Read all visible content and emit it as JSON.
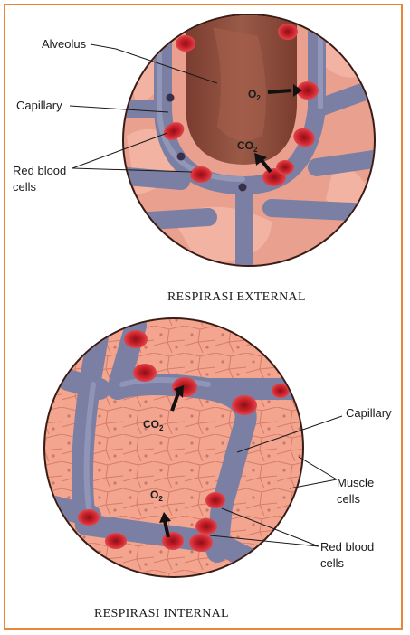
{
  "external": {
    "caption": "RESPIRASI EXTERNAL",
    "labels": {
      "alveolus": "Alveolus",
      "capillary": "Capillary",
      "rbc_line1": "Red blood",
      "rbc_line2": "cells"
    },
    "gas_o2": "O",
    "gas_co2": "CO",
    "subscript": "2"
  },
  "internal": {
    "caption": "RESPIRASI INTERNAL",
    "labels": {
      "capillary": "Capillary",
      "muscle_line1": "Muscle",
      "muscle_line2": "cells",
      "rbc_line1": "Red blood",
      "rbc_line2": "cells"
    },
    "gas_o2": "O",
    "gas_co2": "CO",
    "subscript": "2"
  },
  "colors": {
    "border": "#e8873a",
    "tissue_pink": "#e9a08f",
    "alveolus_dark": "#8a4a3a",
    "capillary_gray": "#8a8fb0",
    "rbc_red": "#c8202a",
    "muscle_orange": "#f0a08a"
  }
}
